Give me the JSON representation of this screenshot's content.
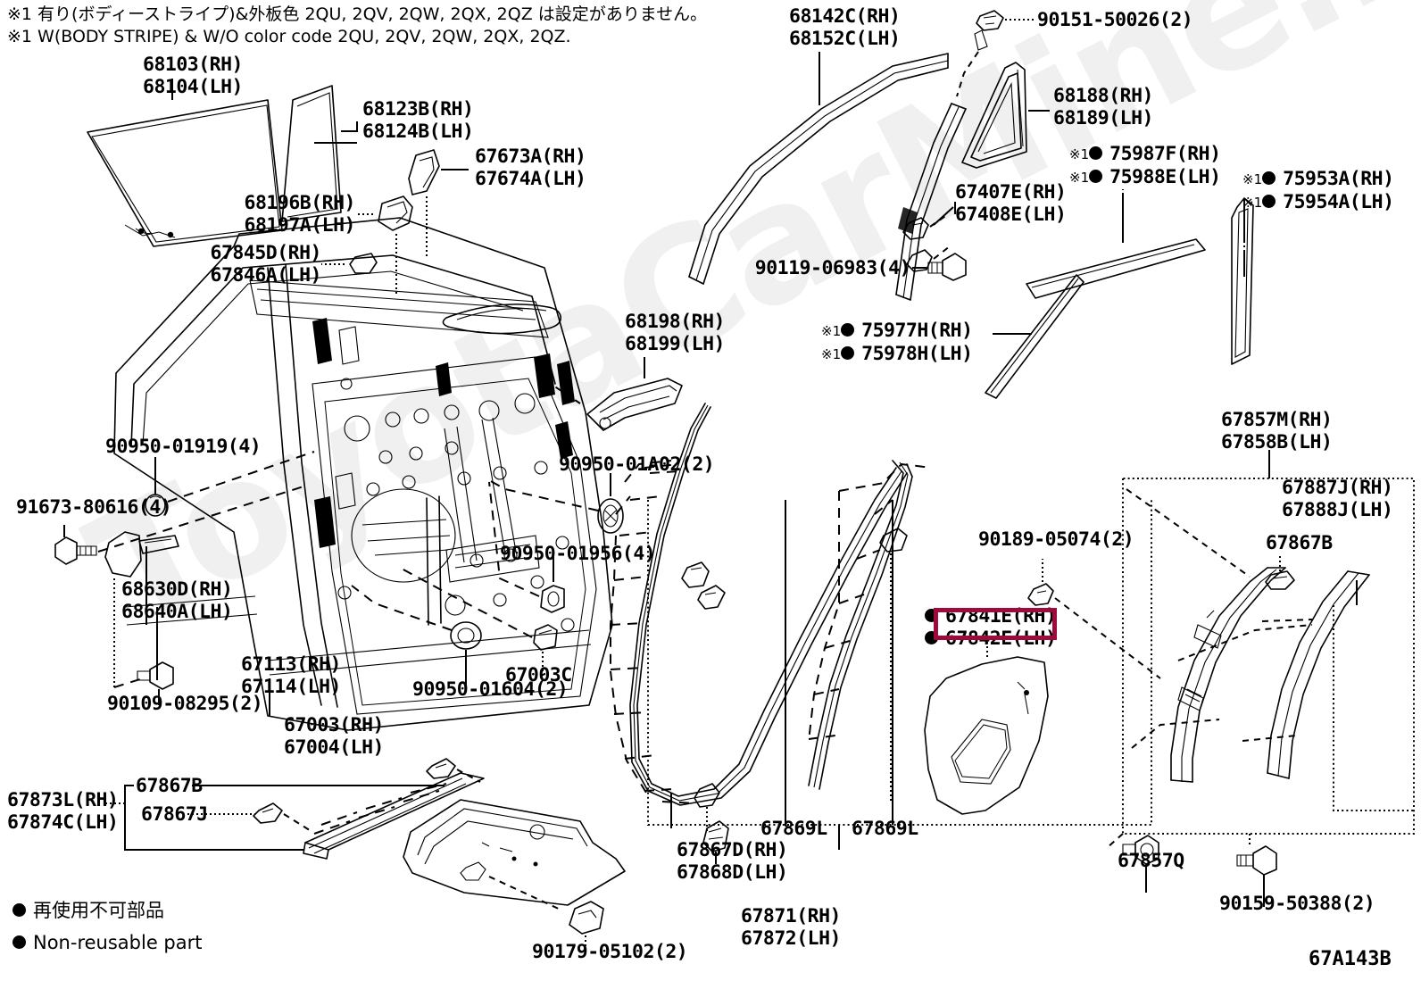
{
  "diagram": {
    "figure_code": "67A143B",
    "notes": [
      "※1 有り(ボディーストライプ)&外板色 2QU, 2QV, 2QW, 2QX, 2QZ は設定がありません。",
      "※1 W(BODY STRIPE) & W/O color code 2QU, 2QV, 2QW, 2QX, 2QZ."
    ],
    "legend": {
      "jp": "再使用不可部品",
      "en": "Non-reusable part",
      "marker": "filled-circle"
    },
    "highlight": {
      "part": "67841E(RH)",
      "color": "#9d0b3d"
    }
  },
  "labels": [
    {
      "id": "l-68103",
      "lines": [
        "68103(RH)",
        "68104(LH)"
      ]
    },
    {
      "id": "l-68123",
      "lines": [
        "68123B(RH)",
        "68124B(LH)"
      ]
    },
    {
      "id": "l-67673",
      "lines": [
        "67673A(RH)",
        "67674A(LH)"
      ]
    },
    {
      "id": "l-68196",
      "lines": [
        "68196B(RH)",
        "68197A(LH)"
      ]
    },
    {
      "id": "l-67845",
      "lines": [
        "67845D(RH)",
        "67846A(LH)"
      ]
    },
    {
      "id": "l-68142",
      "lines": [
        "68142C(RH)",
        "68152C(LH)"
      ]
    },
    {
      "id": "l-90151",
      "lines": [
        "90151-50026(2)"
      ]
    },
    {
      "id": "l-68188",
      "lines": [
        "68188(RH)",
        "68189(LH)"
      ]
    },
    {
      "id": "l-75987",
      "lines": [
        "75987F(RH)",
        "75988E(LH)"
      ],
      "mark": "※1",
      "reuse": true
    },
    {
      "id": "l-75953",
      "lines": [
        "75953A(RH)",
        "75954A(LH)"
      ],
      "mark": "※1",
      "reuse": true
    },
    {
      "id": "l-67407",
      "lines": [
        "67407E(RH)",
        "67408E(LH)"
      ]
    },
    {
      "id": "l-90119",
      "lines": [
        "90119-06983(4)"
      ]
    },
    {
      "id": "l-68198",
      "lines": [
        "68198(RH)",
        "68199(LH)"
      ]
    },
    {
      "id": "l-75977",
      "lines": [
        "75977H(RH)",
        "75978H(LH)"
      ],
      "mark": "※1",
      "reuse": true
    },
    {
      "id": "l-90950-01919",
      "lines": [
        "90950-01919(4)"
      ]
    },
    {
      "id": "l-91673",
      "lines": [
        "91673-80616(4)"
      ]
    },
    {
      "id": "l-68630",
      "lines": [
        "68630D(RH)",
        "68640A(LH)"
      ]
    },
    {
      "id": "l-90109",
      "lines": [
        "90109-08295(2)"
      ]
    },
    {
      "id": "l-67113",
      "lines": [
        "67113(RH)",
        "67114(LH)"
      ]
    },
    {
      "id": "l-67003",
      "lines": [
        "67003(RH)",
        "67004(LH)"
      ]
    },
    {
      "id": "l-90950-01604",
      "lines": [
        "90950-01604(2)"
      ]
    },
    {
      "id": "l-90950-01956",
      "lines": [
        "90950-01956(4)"
      ]
    },
    {
      "id": "l-90950-01A02",
      "lines": [
        "90950-01A02(2)"
      ]
    },
    {
      "id": "l-67003C",
      "lines": [
        "67003C"
      ]
    },
    {
      "id": "l-67867B-left",
      "lines": [
        "67867B"
      ]
    },
    {
      "id": "l-67867J-left",
      "lines": [
        "67867J"
      ]
    },
    {
      "id": "l-67873",
      "lines": [
        "67873L(RH)",
        "67874C(LH)"
      ]
    },
    {
      "id": "l-90179",
      "lines": [
        "90179-05102(2)"
      ]
    },
    {
      "id": "l-67867D",
      "lines": [
        "67867D(RH)",
        "67868D(LH)"
      ]
    },
    {
      "id": "l-67869L-a",
      "lines": [
        "67869L"
      ]
    },
    {
      "id": "l-67869L-b",
      "lines": [
        "67869L"
      ]
    },
    {
      "id": "l-67871",
      "lines": [
        "67871(RH)",
        "67872(LH)"
      ]
    },
    {
      "id": "l-90189",
      "lines": [
        "90189-05074(2)"
      ]
    },
    {
      "id": "l-67841",
      "lines": [
        "67841E(RH)",
        "67842E(LH)"
      ],
      "reuse": true
    },
    {
      "id": "l-67857M",
      "lines": [
        "67857M(RH)",
        "67858B(LH)"
      ]
    },
    {
      "id": "l-67887J",
      "lines": [
        "67887J(RH)",
        "67888J(LH)"
      ]
    },
    {
      "id": "l-67867B-right",
      "lines": [
        "67867B"
      ]
    },
    {
      "id": "l-67857Q",
      "lines": [
        "67857Q"
      ]
    },
    {
      "id": "l-90159",
      "lines": [
        "90159-50388(2)"
      ]
    }
  ]
}
